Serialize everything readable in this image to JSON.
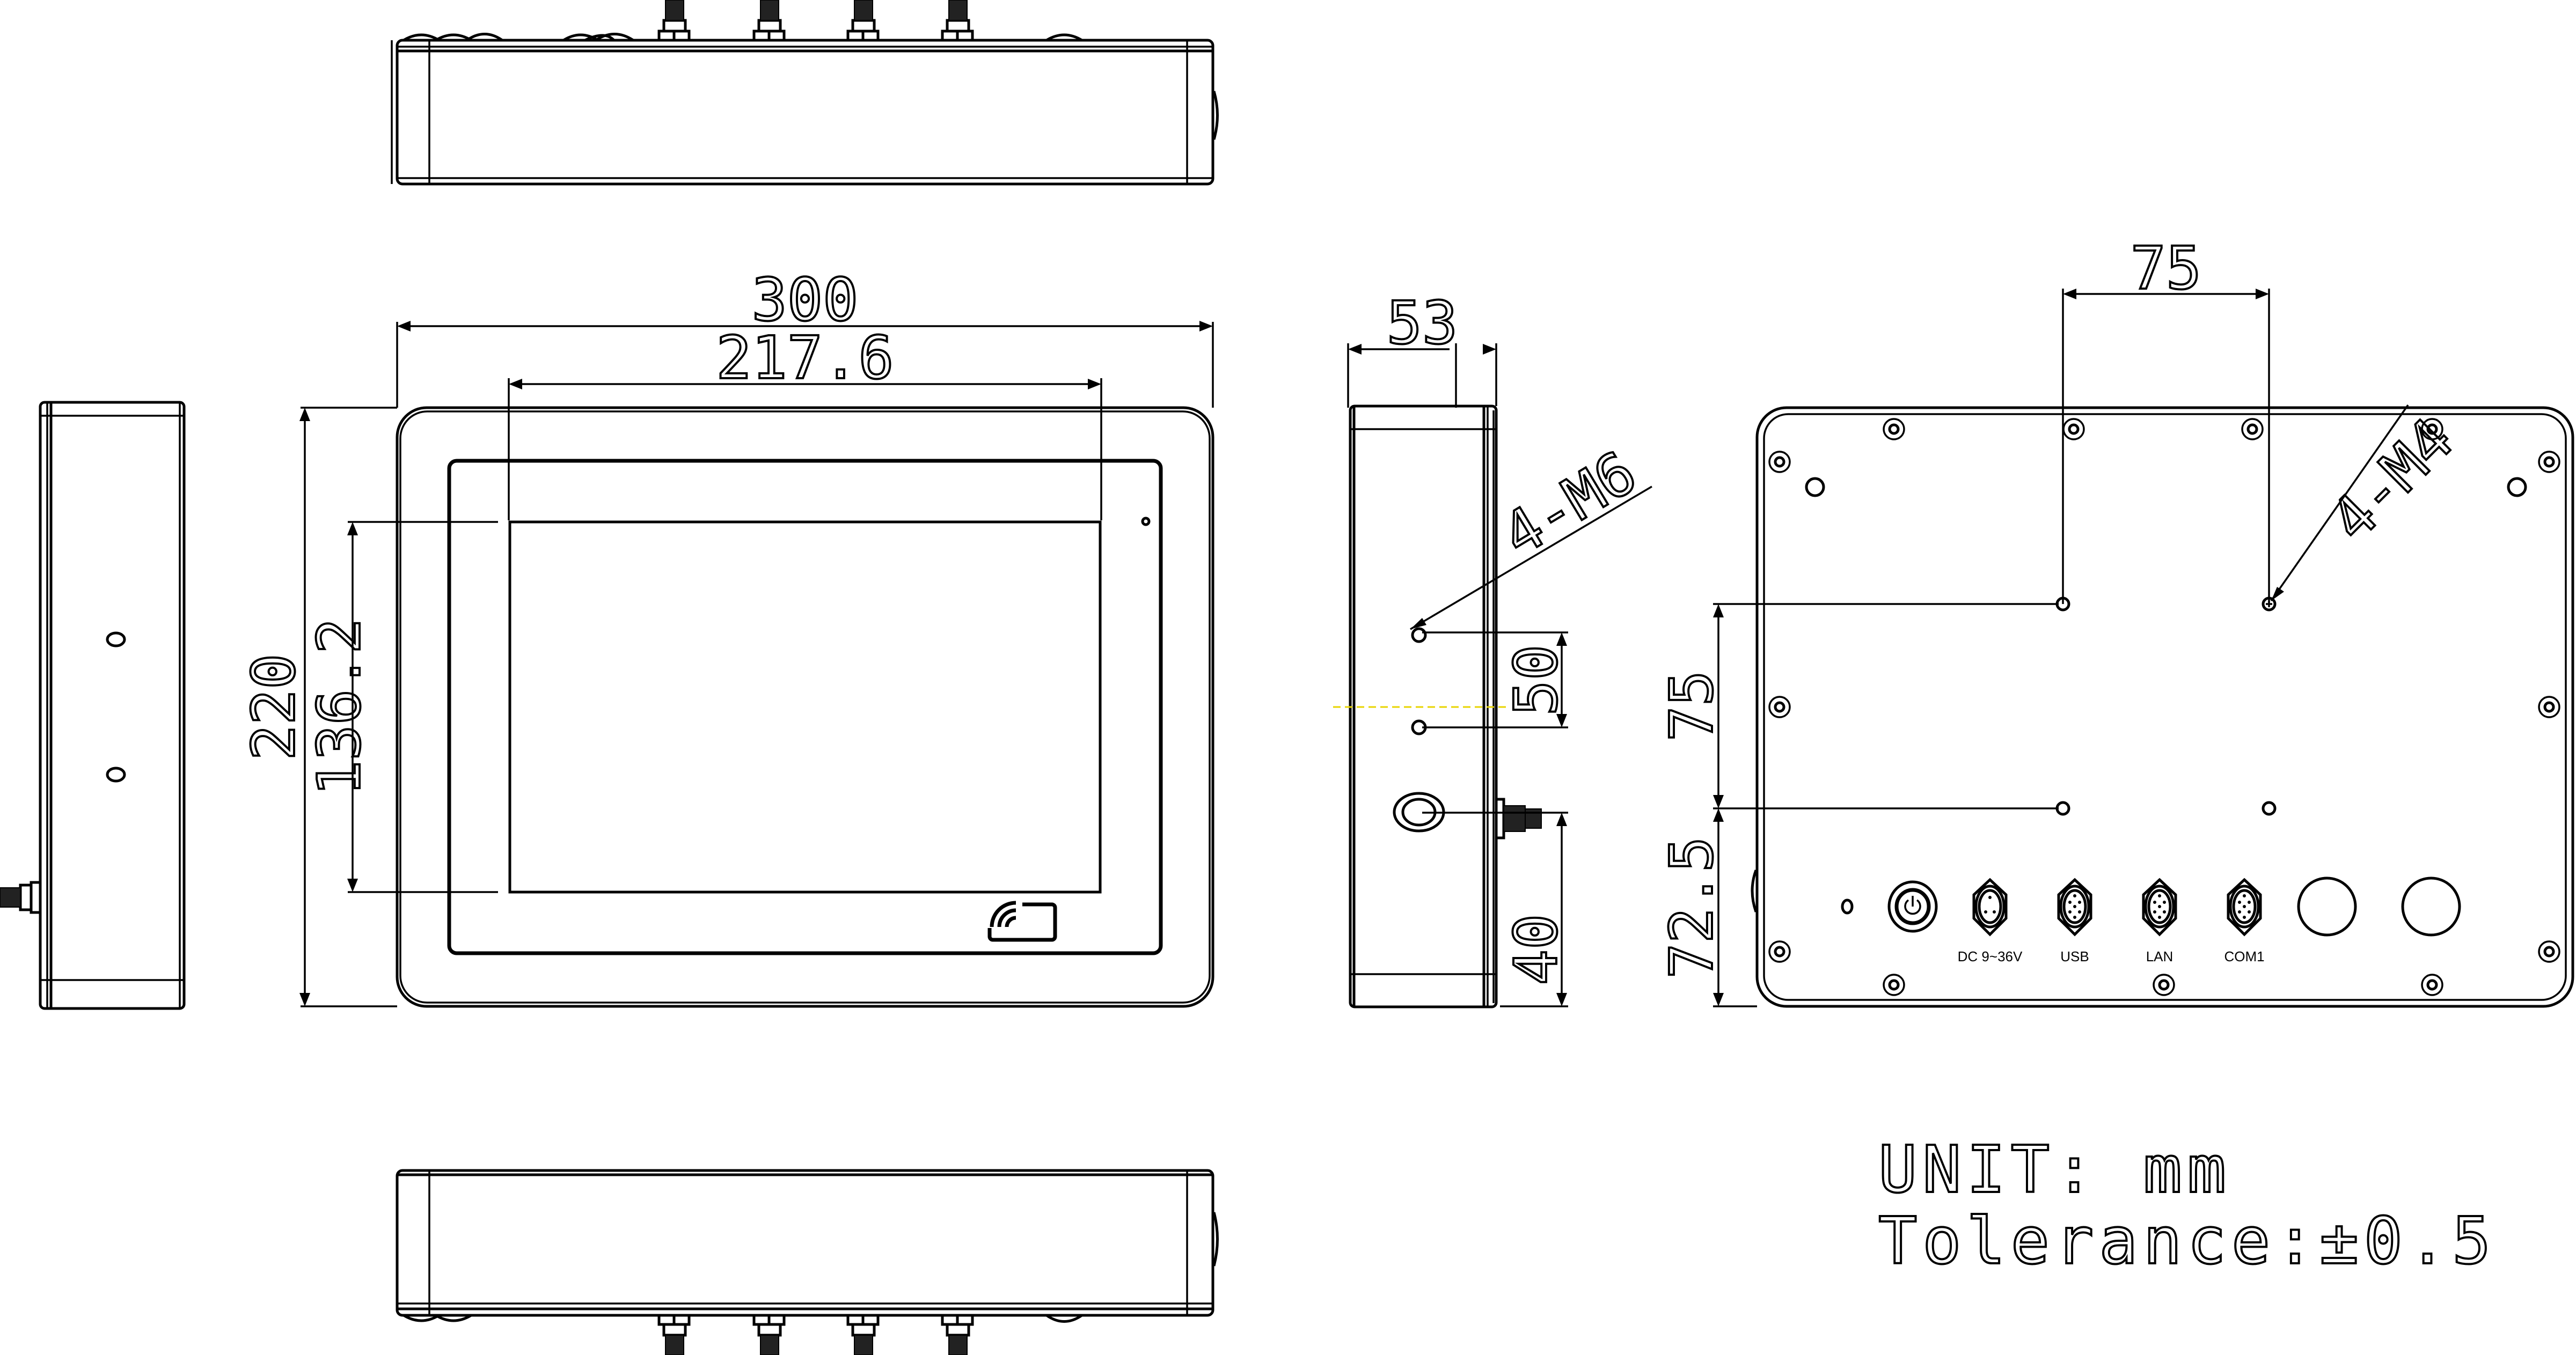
{
  "drawing": {
    "type": "mechanical dimension drawing",
    "views": [
      "top",
      "left-side",
      "front",
      "right-side",
      "rear",
      "bottom"
    ]
  },
  "front_view": {
    "overall_width": "300",
    "active_area_width": "217.6",
    "overall_height": "220",
    "active_area_height": "136.2",
    "icon": "nfc-card-icon"
  },
  "side_view": {
    "depth": "53",
    "mount_callout": "4-M6",
    "hole_spacing": "50",
    "connector_height": "40"
  },
  "rear_view": {
    "vesa_horizontal": "75",
    "vesa_vertical": "75",
    "bottom_offset": "72.5",
    "mount_callout": "4-M4",
    "ports": [
      {
        "label": "",
        "icon": "power-button-icon"
      },
      {
        "label": "DC 9~36V",
        "icon": "m12-connector-icon"
      },
      {
        "label": "USB",
        "icon": "m12-connector-icon"
      },
      {
        "label": "LAN",
        "icon": "m12-connector-icon"
      },
      {
        "label": "COM1",
        "icon": "m12-connector-icon"
      },
      {
        "label": "",
        "icon": "blank-plug-icon"
      },
      {
        "label": "",
        "icon": "blank-plug-icon"
      }
    ]
  },
  "notes": {
    "unit": "UNIT: mm",
    "tolerance": "Tolerance:±0.5"
  }
}
